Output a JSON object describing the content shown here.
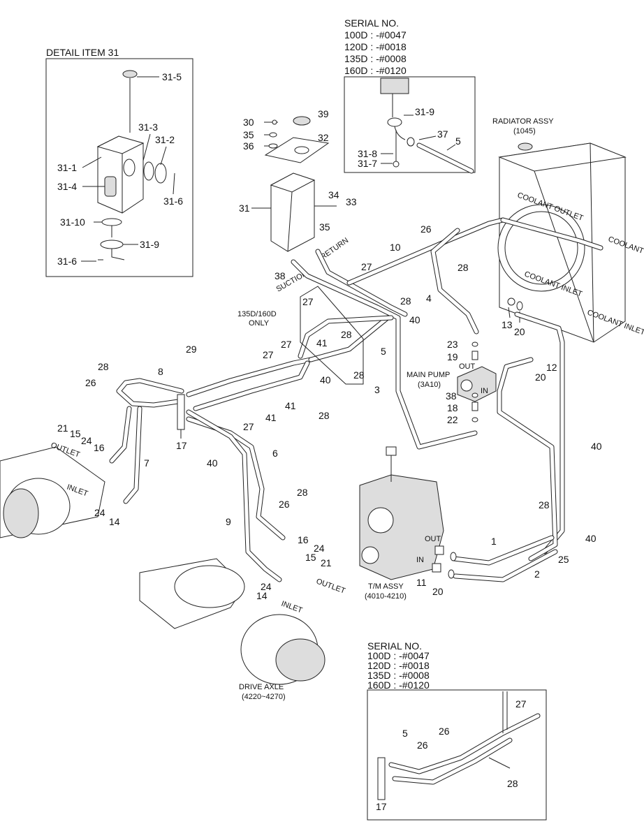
{
  "titles": {
    "detail_31": "DETAIL ITEM 31",
    "radiator": "RADIATOR ASSY",
    "radiator_code": "(1045)",
    "main_pump": "MAIN PUMP",
    "main_pump_code": "(3A10)",
    "tm_assy": "T/M ASSY",
    "tm_code": "(4010-4210)",
    "drive_axle": "DRIVE AXLE",
    "drive_axle_code": "(4220~4270)",
    "only_135": "135D/160D",
    "only_word": "ONLY",
    "suction": "SUCTION",
    "return": "RETURN",
    "out": "OUT",
    "in": "IN"
  },
  "serial_top": {
    "heading": "SERIAL NO.",
    "lines": [
      "100D : -#0047",
      "120D : -#0018",
      "135D : -#0008",
      "160D : -#0120"
    ]
  },
  "serial_bottom": {
    "heading": "SERIAL NO.",
    "lines": [
      "100D : -#0047",
      "120D : -#0018",
      "135D : -#0008",
      "160D : -#0120"
    ]
  },
  "callouts": {
    "c31_5": "31-5",
    "c31_3": "31-3",
    "c31_2": "31-2",
    "c31_1": "31-1",
    "c31_4": "31-4",
    "c31_6a": "31-6",
    "c31_10": "31-10",
    "c31_9a": "31-9",
    "c31_6b": "31-6",
    "c31_9b": "31-9",
    "c31_8": "31-8",
    "c31_7": "31-7",
    "c37": "37",
    "c5a": "5",
    "c30": "30",
    "c39": "39",
    "c35a": "35",
    "c32": "32",
    "c36": "36",
    "c34": "34",
    "c33": "33",
    "c31": "31",
    "c35b": "35",
    "c26a": "26",
    "c10": "10",
    "c28a": "28",
    "c27a": "27",
    "c28b": "28",
    "c38a": "38",
    "c4": "4",
    "c13": "13",
    "c20a": "20",
    "c27b": "27",
    "c28c": "28",
    "c40a": "40",
    "c23": "23",
    "c19": "19",
    "c12": "12",
    "c20b": "20",
    "c41a": "41",
    "c5b": "5",
    "c28d": "28",
    "c29": "29",
    "c27c": "27",
    "c27d": "27",
    "c40b": "40",
    "c3": "3",
    "c38b": "38",
    "c18": "18",
    "c22": "22",
    "c28e": "28",
    "c8": "8",
    "c26b": "26",
    "c27e": "27",
    "c41b": "41",
    "c41c": "41",
    "c28f": "28",
    "c17a": "17",
    "c40c": "40",
    "c21a": "21",
    "c15a": "15",
    "c24a": "24",
    "c16a": "16",
    "c7": "7",
    "c6": "6",
    "c28g": "28",
    "c26c": "26",
    "c24b": "24",
    "c14a": "14",
    "c9": "9",
    "c16b": "16",
    "c24c": "24",
    "c15b": "15",
    "c21b": "21",
    "c24d": "24",
    "c14b": "14",
    "c11": "11",
    "c20c": "20",
    "c1": "1",
    "c2": "2",
    "c25": "25",
    "c28h": "28",
    "c40d": "40",
    "c40e": "40",
    "c27f": "27",
    "c5c": "5",
    "c26d": "26",
    "c26e": "26",
    "c28i": "28",
    "c17b": "17"
  },
  "tags": {
    "coolant_outlet": "COOLANT OUTLET",
    "coolant_outlet_b": "COOLANT OUTLET",
    "coolant_inlet": "COOLANT INLET",
    "coolant_inlet_b": "COOLANT INLET",
    "outlet_l": "OUTLET",
    "inlet_l": "INLET",
    "outlet_r": "OUTLET",
    "inlet_r": "INLET"
  }
}
